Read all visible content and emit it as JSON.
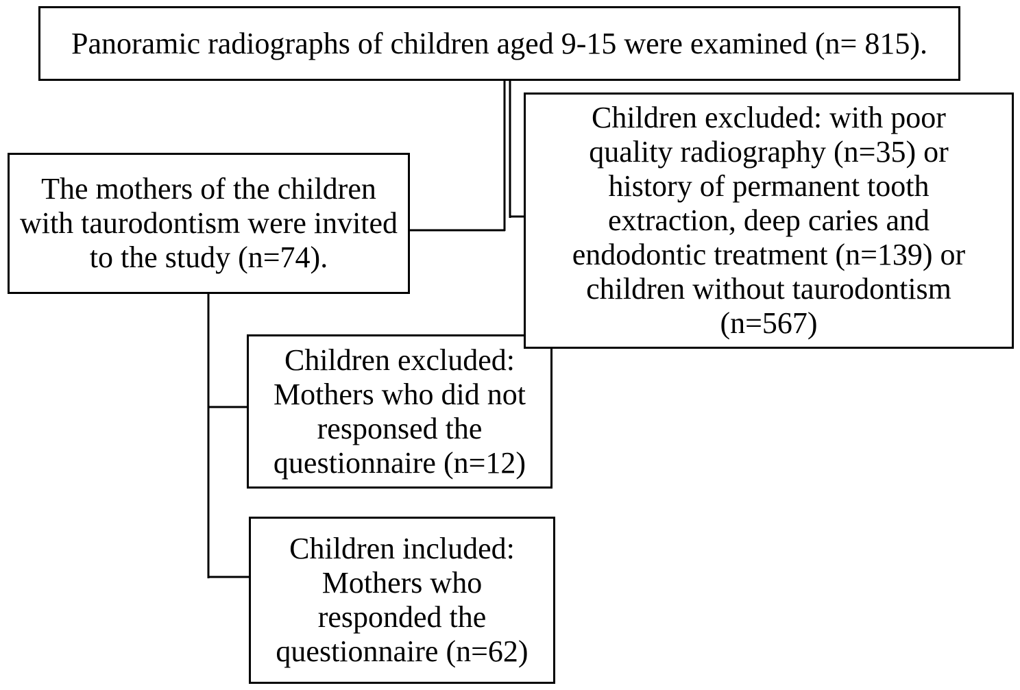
{
  "boxes": {
    "examined": "Panoramic radiographs of children aged 9-15 were examined (n= 815).",
    "excluded_radiography": "Children excluded: with poor quality radiography (n=35) or history of permanent tooth extraction, deep caries and endodontic treatment (n=139) or children without taurodontism (n=567)",
    "invited": "The mothers of the children with taurodontism were invited to the study (n=74).",
    "excluded_no_response": "Children excluded: Mothers who did not responsed the questionnaire (n=12)",
    "included": "Children included: Mothers who responded the questionnaire (n=62)"
  }
}
